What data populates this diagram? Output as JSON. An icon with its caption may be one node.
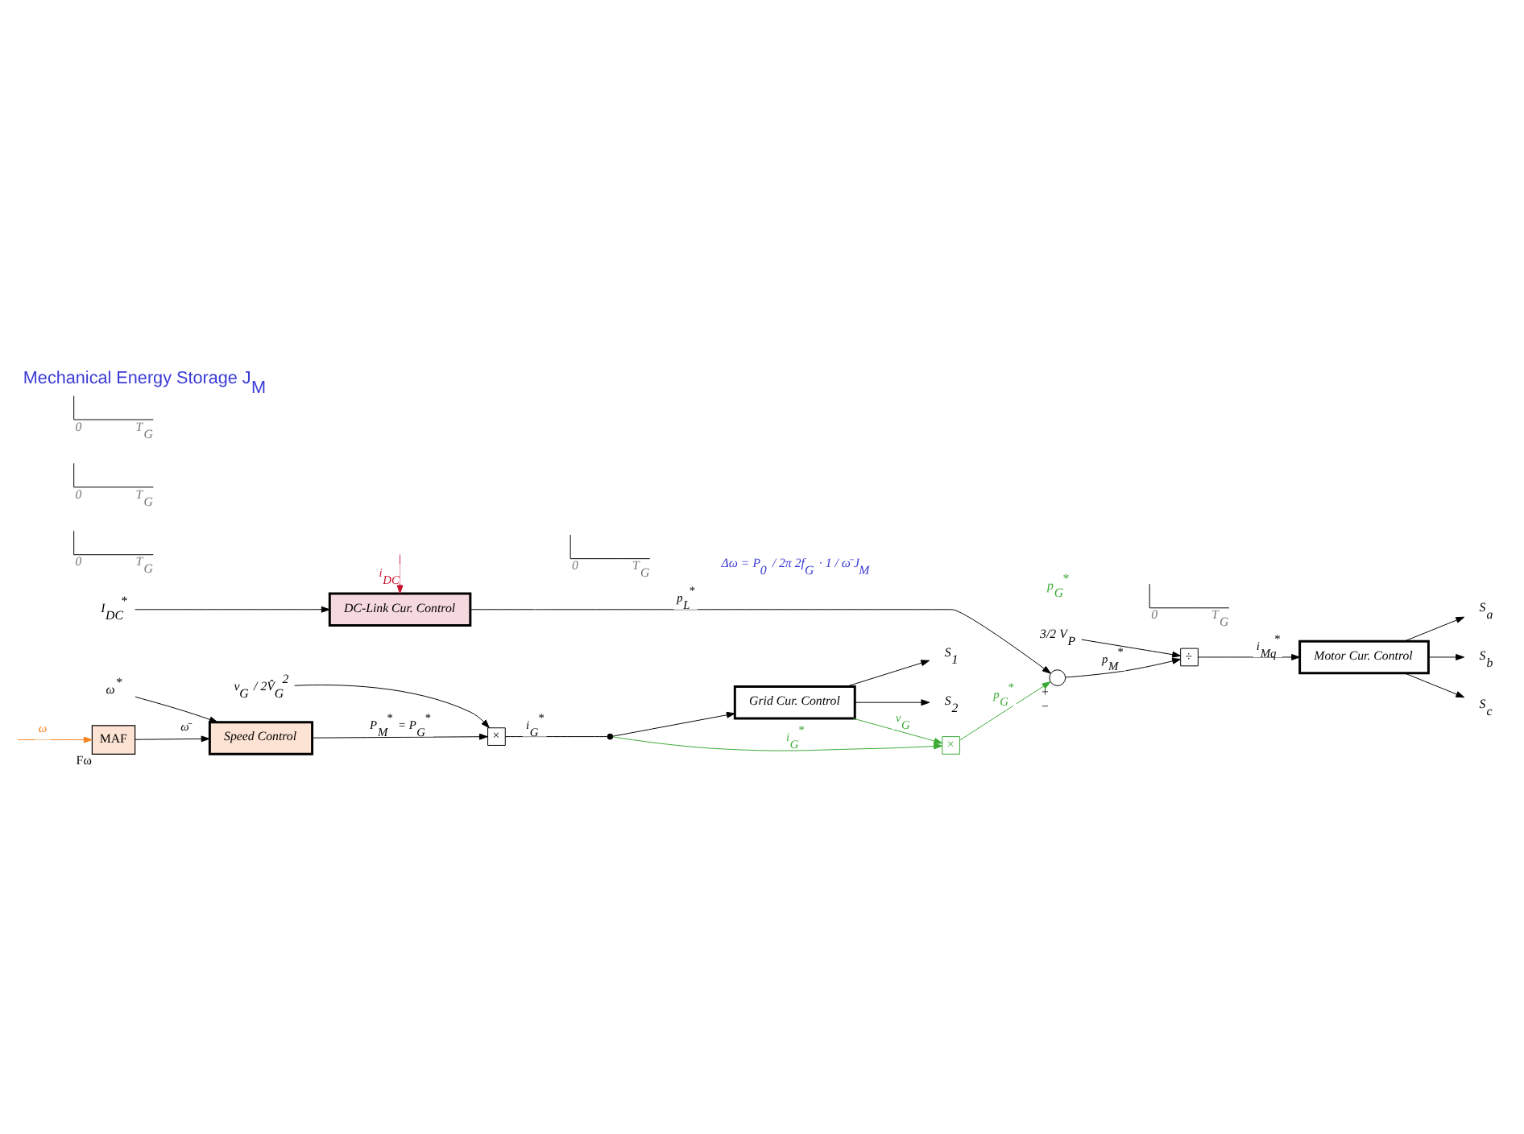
{
  "diagram": {
    "title": "Mechanical Energy Storage J$_{M}$",
    "nodes": [
      {
        "text": [
          "Speed Control"
        ]
      },
      {
        "text": [
          "ω$^{*}$"
        ]
      },
      {
        "text": [
          "MAF"
        ],
        "beside": [
          "Fω"
        ]
      },
      {
        "text": [
          "×"
        ]
      },
      {
        "text": [
          "v$_{G}$ / 2V̂$_{G}$$^{2}$"
        ]
      },
      {
        "text": [],
        "shape": "circle"
      },
      {
        "text": [
          "Grid Cur. Control"
        ]
      },
      {
        "text": [
          "S$_{1}$"
        ]
      },
      {
        "text": [
          "S$_{2}$"
        ]
      },
      {
        "text": [
          "×"
        ]
      },
      {
        "text": [
          "DC-Link Cur. Control"
        ]
      },
      {
        "text": [
          "I$_{DC}$$^{*}$"
        ]
      },
      {
        "text": [],
        "shape": "circle",
        "beside": [
          "+",
          "−"
        ]
      },
      {
        "text": [
          "÷"
        ]
      },
      {
        "text": [
          "3/2 V$_{P}$"
        ]
      },
      {
        "text": [
          "Motor Cur. Control"
        ]
      },
      {
        "text": [
          "S$_{a}$"
        ]
      },
      {
        "text": [
          "S$_{b}$"
        ]
      },
      {
        "text": [
          "S$_{c}$"
        ]
      }
    ],
    "edges": [
      {
        "from": 1,
        "to": 0,
        "arrow": "to"
      },
      {
        "from": 0,
        "to": 3,
        "arrow": "to",
        "label": "P$_{M}$$^{*}$ = P$_{G}$$^{*}$"
      },
      {
        "from": 2,
        "to": 0,
        "arrow": "to",
        "label": "ω̄"
      },
      {
        "from": null,
        "to": 2,
        "arrow": "to",
        "label": "ω",
        "color": "#f58220"
      },
      {
        "from": 4,
        "to": 3,
        "arrow": "to"
      },
      {
        "from": 3,
        "to": 5,
        "arrow": "none",
        "label": "i$_{G}$$^{*}$"
      },
      {
        "from": 5,
        "to": 6,
        "arrow": "to"
      },
      {
        "from": 6,
        "to": 7,
        "arrow": "to"
      },
      {
        "from": 6,
        "to": 8,
        "arrow": "to"
      },
      {
        "from": 5,
        "to": 9,
        "arrow": "to",
        "label": "i$_{G}$$^{*}$",
        "color": "#3aaa35"
      },
      {
        "from": 6,
        "to": 9,
        "arrow": "to",
        "label": "v$_{G}$",
        "color": "#3aaa35"
      },
      {
        "from": 9,
        "to": 12,
        "arrow": "to",
        "label": "p$_{G}$$^{*}$",
        "color": "#3aaa35"
      },
      {
        "from": 11,
        "to": 10,
        "arrow": "to"
      },
      {
        "from": null,
        "to": 10,
        "arrow": "to",
        "label": "i$_{DC}$",
        "color": "#c8102e"
      },
      {
        "from": 10,
        "to": 12,
        "arrow": "to",
        "label": "p$_{L}$$^{*}$"
      },
      {
        "from": 12,
        "to": 13,
        "arrow": "to",
        "label": "p$_{M}$$^{*}$"
      },
      {
        "from": 14,
        "to": 13,
        "arrow": "to"
      },
      {
        "from": 13,
        "to": 15,
        "arrow": "to",
        "label": "i$_{Mq}$$^{*}$"
      },
      {
        "from": 15,
        "to": 16,
        "arrow": "to"
      },
      {
        "from": 15,
        "to": 17,
        "arrow": "to"
      },
      {
        "from": 15,
        "to": 18,
        "arrow": "to"
      }
    ],
    "labels": [
      "Δω = P$_{0}$ / 2π 2f$_{G}$ · 1 / ω̄ J$_{M}$",
      "0",
      "T$_{G}$",
      "0",
      "T$_{G}$",
      "0",
      "T$_{G}$",
      "p$_{G}$$^{*}$",
      "0",
      "T$_{G}$",
      "0",
      "T$_{G}$"
    ]
  }
}
